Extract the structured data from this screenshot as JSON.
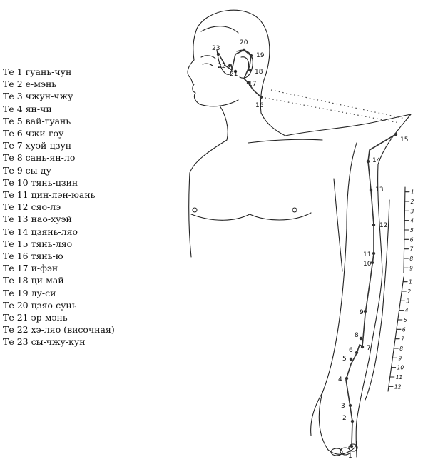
{
  "legend": [
    "Те 1 гуань-чун",
    "Те 2 е-мэнь",
    "Те 3 чжун-чжу",
    "Те 4 ян-чи",
    "Те 5 вай-гуань",
    "Те 6 чжи-гоу",
    "Те 7 хуэй-цзун",
    "Те 8 сань-ян-ло",
    "Те 9 сы-ду",
    "Те 10 тянь-цзин",
    "Те 11 цин-лэн-юань",
    "Те 12 сяо-лэ",
    "Те 13 нао-хуэй",
    "Те 14 цзянь-ляо",
    "Те 15 тянь-ляо",
    "Те 16 тянь-ю",
    "Те 17 и-фэн",
    "Те 18 ци-май",
    "Те 19 лу-си",
    "Те 20 цзяо-сунь",
    "Те 21 эр-мэнь",
    "Те 22 хэ-ляо (височная)",
    "Те 23 сы-чжу-кун"
  ],
  "point_numbers": [
    "1",
    "2",
    "3",
    "4",
    "5",
    "6",
    "7",
    "8",
    "9",
    "10",
    "11",
    "12",
    "13",
    "14",
    "15",
    "16",
    "17",
    "18",
    "19",
    "20",
    "21",
    "22",
    "23"
  ],
  "upper_scale": [
    "1",
    "2",
    "3",
    "4",
    "5",
    "6",
    "7",
    "8",
    "9"
  ],
  "lower_scale": [
    "1",
    "2",
    "3",
    "4",
    "5",
    "6",
    "7",
    "8",
    "9",
    "10",
    "11",
    "12"
  ]
}
